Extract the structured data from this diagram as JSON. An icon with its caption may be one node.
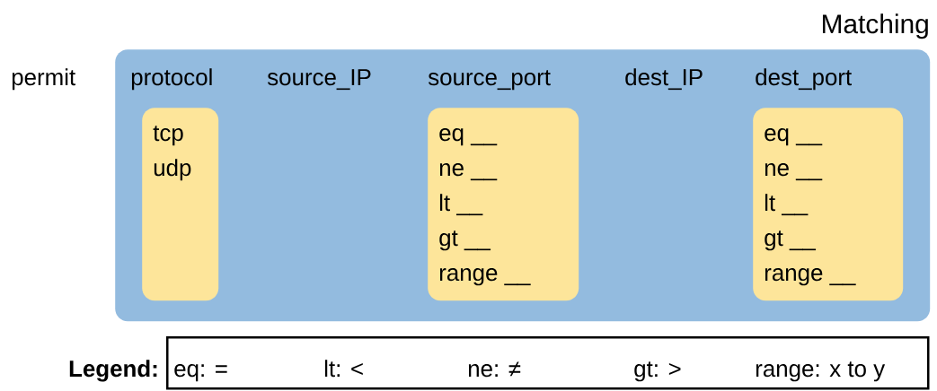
{
  "diagram": {
    "nodes": [
      {
        "text": [
          "Matching"
        ]
      },
      {
        "text": [
          "tcp",
          "udp"
        ],
        "in": 0
      },
      {
        "text": [
          "eq __",
          "ne __",
          "lt __",
          "gt __",
          "range __"
        ],
        "in": 0
      },
      {
        "text": [
          "eq __",
          "ne __",
          "lt __",
          "gt __",
          "range __"
        ],
        "in": 0
      },
      {
        "text": [
          "eq: =",
          "lt: <",
          "ne: ≠",
          "gt: >",
          "range: x to y"
        ],
        "beside": [
          "Legend:"
        ]
      }
    ],
    "labels": [
      "permit",
      "protocol",
      "source_IP",
      "source_port",
      "dest_IP",
      "dest_port"
    ]
  }
}
